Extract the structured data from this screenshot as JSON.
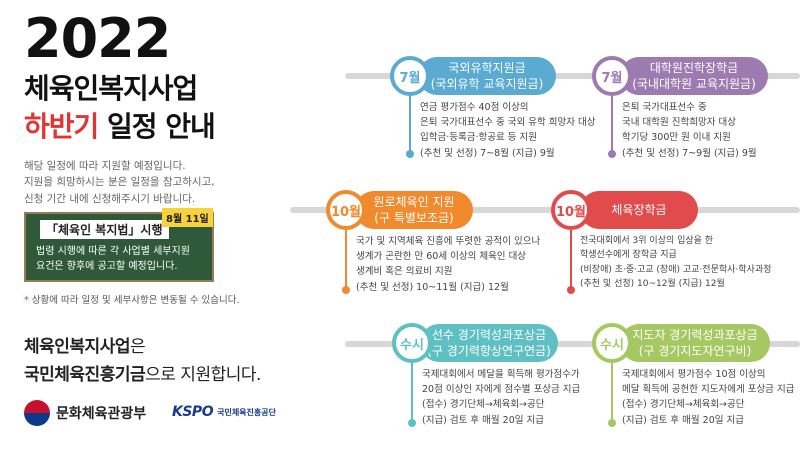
{
  "header": {
    "year": "2022",
    "title_line1": "체육인복지사업",
    "title_line2_red": "하반기",
    "title_line2_rest": " 일정 안내"
  },
  "intro": [
    "해당 일정에 따라 지원할 예정입니다.",
    "지원을 희망하시는 분은 일정을 참고하시고,",
    "신청 기간 내에 신청해주시기 바랍니다."
  ],
  "notice": {
    "tag": "「체육인 복지법」시행",
    "date": "8월 11일",
    "body": [
      "법령 시행에 따른 각 사업별 세부지원",
      "요건은 향후에 공고할 예정입니다."
    ]
  },
  "caveat": {
    "bullet": "*",
    "text": " 상황에 따라 일정 및 세부사항은 변동될 수 있습니다."
  },
  "funding": {
    "line1_bold": "체육인복지사업",
    "line1_rest": "은",
    "line2_bold": "국민체육진흥기금",
    "line2_rest": "으로 지원합니다."
  },
  "logos": {
    "mcst": "문화체육관광부",
    "kspo_mark": "KSPO",
    "kspo_text": "국민체육진흥공단"
  },
  "colors": {
    "blue": "#5aaad2",
    "purple": "#9d7bb0",
    "orange": "#f08a2c",
    "red": "#e24b4b",
    "teal": "#5fc0c4",
    "green": "#a5c863",
    "track": "#d7d7d7"
  },
  "cards": [
    {
      "badge": "7월",
      "title": "국외유학지원금",
      "subtitle": "(국외유학 교육지원금)",
      "lines": [
        "연금 평가점수 40점 이상의",
        "은퇴 국가대표선수 중 국외 유학 희망자 대상",
        "입학금·등록금·항공료 등 지원",
        "(추천 및 선정) 7~8월 (지급) 9월"
      ]
    },
    {
      "badge": "7월",
      "title": "대학원진학장학금",
      "subtitle": "(국내대학원 교육지원금)",
      "lines": [
        "은퇴 국가대표선수 중",
        "국내 대학원 진학희망자 대상",
        "학기당 300만 원 이내 지원",
        "(추천 및 선정) 7~9월 (지급) 9월"
      ]
    },
    {
      "badge": "10월",
      "title": "원로체육인 지원",
      "subtitle": "(구 특별보조금)",
      "lines": [
        "국가 및 지역체육 진흥에 뚜렷한 공적이 있으나",
        "생계가 곤란한 만 60세 이상의 체육인 대상",
        "생계비 혹은 의료비 지원",
        "(추천 및 선정) 10~11월 (지급) 12월"
      ]
    },
    {
      "badge": "10월",
      "title": "체육장학금",
      "subtitle": "",
      "lines": [
        "전국대회에서 3위 이상의 입상을 한",
        "학생선수에게 장학금 지급",
        "(비장애) 초·중·고교 (장애) 고교·전문학사·학사과정",
        "(추천 및 선정) 10~12월 (지급) 12월"
      ]
    },
    {
      "badge": "수시",
      "title": "선수 경기력성과포상금",
      "subtitle": "(구 경기력향상연구연금)",
      "lines": [
        "국제대회에서 메달을 획득해 평가점수가",
        "20점 이상인 자에게 점수별 포상금 지급",
        "(접수) 경기단체→체육회→공단",
        "(지급) 검토 후 매월 20일 지급"
      ]
    },
    {
      "badge": "수시",
      "title": "지도자 경기력성과포상금",
      "subtitle": "(구 경기지도자연구비)",
      "lines": [
        "국제대회에서 평가점수 10점 이상의",
        "메달 획득에 공헌한 지도자에게 포상금 지급",
        "(접수) 경기단체→체육회→공단",
        "(지급) 검토 후 매월 20일 지급"
      ]
    }
  ]
}
